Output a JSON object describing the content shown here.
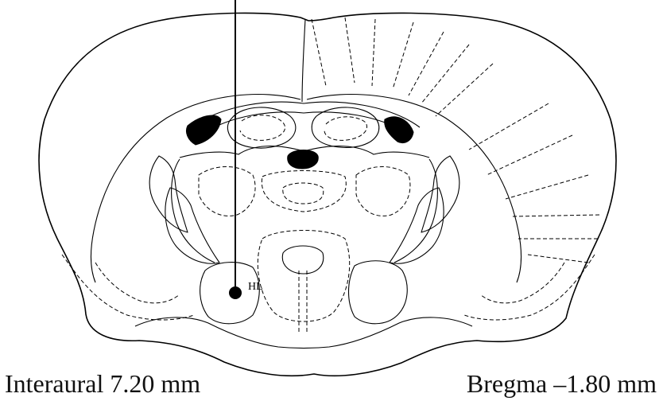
{
  "figure": {
    "marker_label": "HL",
    "interaural": "Interaural  7.20 mm",
    "bregma": "Bregma –1.80 mm"
  },
  "colors": {
    "line": "#000000",
    "background": "#ffffff"
  }
}
